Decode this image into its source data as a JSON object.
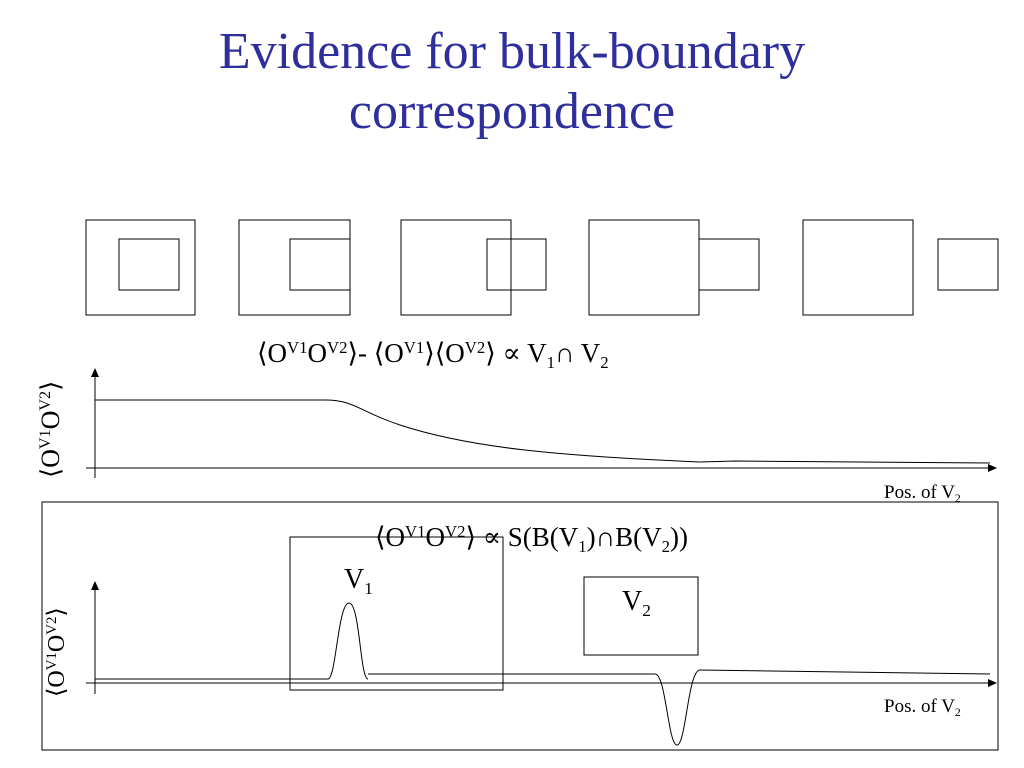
{
  "title": {
    "line1": "Evidence for bulk-boundary",
    "line2": "correspondence"
  },
  "top_panel": {
    "formula": {
      "lhs_open": "⟨O",
      "v1": "V1",
      "o": "O",
      "v2": "V2",
      "mid": "⟩- ⟨O",
      "mid2": "⟩⟨O",
      "rhs": "⟩  ∝ V",
      "sub1": "1",
      "cap": "∩ V",
      "sub2": "2"
    },
    "y_label": {
      "open": "⟨O",
      "v1": "V1",
      "o": "O",
      "v2": "V2",
      "close": "⟩"
    },
    "x_label": {
      "text": "Pos. of V",
      "sub": "2"
    }
  },
  "bottom_panel": {
    "formula": {
      "open": "⟨O",
      "v1": "V1",
      "o": "O",
      "v2": "V2",
      "rest": "⟩ ∝ S(B(V",
      "sub1": "1",
      "cap": ")∩B(V",
      "sub2": "2",
      "end": "))"
    },
    "v1_label": {
      "text": "V",
      "sub": "1"
    },
    "v2_label": {
      "text": "V",
      "sub": "2"
    },
    "y_label": {
      "open": "⟨O",
      "v1": "V1",
      "o": "O",
      "v2": "V2",
      "close": "⟩"
    },
    "x_label": {
      "text": "Pos. of V",
      "sub": "2"
    }
  },
  "colors": {
    "title": "#2e2e9c",
    "lines": "#000000"
  }
}
